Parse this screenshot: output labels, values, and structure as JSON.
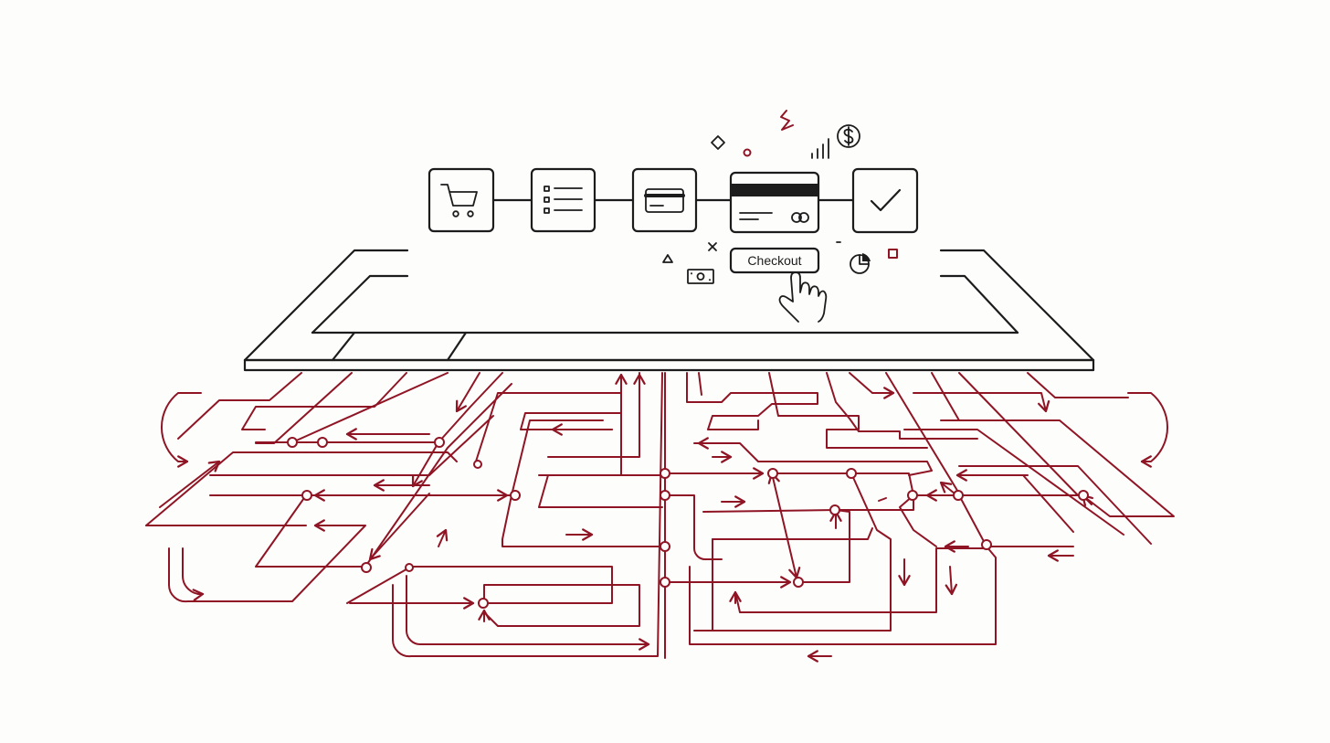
{
  "colors": {
    "ink": "#1c1c1c",
    "accent": "#8f1525",
    "background": "#fdfdfc"
  },
  "flow_steps": [
    {
      "id": "cart",
      "icon": "shopping-cart-icon"
    },
    {
      "id": "list",
      "icon": "checklist-icon"
    },
    {
      "id": "card",
      "icon": "credit-card-icon"
    },
    {
      "id": "payment",
      "icon": "payment-card-icon"
    },
    {
      "id": "done",
      "icon": "checkmark-icon"
    }
  ],
  "checkout_button": {
    "label": "Checkout"
  },
  "decor_icons": [
    "dollar-coin-icon",
    "bar-chart-icon",
    "pie-chart-icon",
    "banknote-icon",
    "pointer-hand-icon"
  ]
}
